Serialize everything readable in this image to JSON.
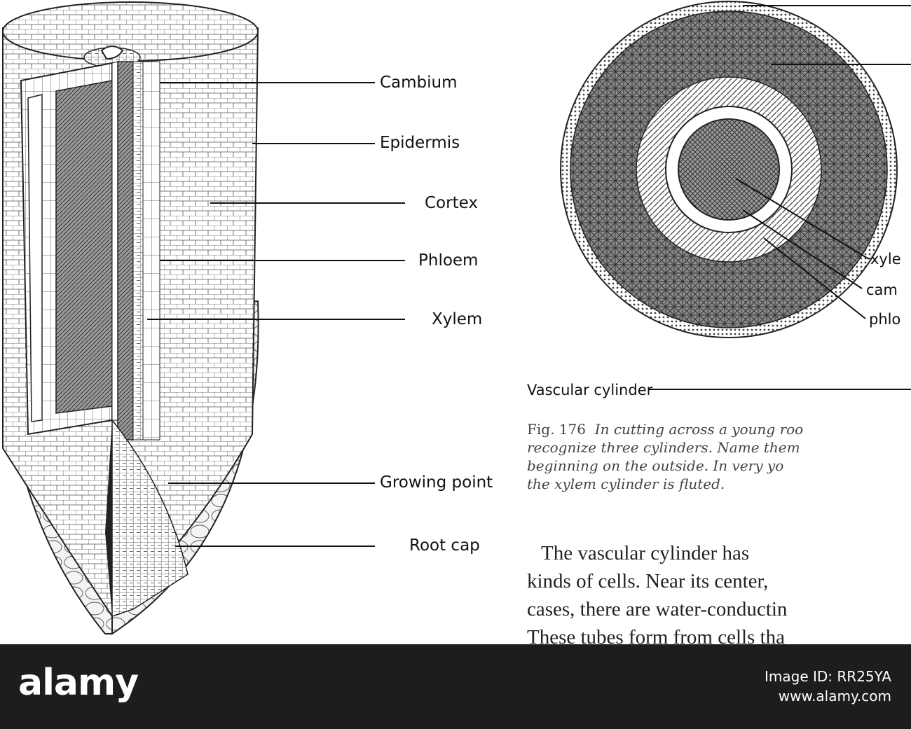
{
  "root_diagram": {
    "labels": {
      "cambium": "Cambium",
      "epidermis": "Epidermis",
      "cortex": "Cortex",
      "phloem": "Phloem",
      "xylem": "Xylem",
      "growing_point": "Growing point",
      "root_cap": "Root cap"
    }
  },
  "cross_section": {
    "labels": {
      "xylem": "xyle",
      "cambium": "cam",
      "phloem": "phlo"
    },
    "vascular_cylinder": "Vascular cylinder"
  },
  "caption": {
    "fig": "Fig. 176",
    "lines": [
      "In cutting across a young roo",
      "recognize three cylinders. Name them",
      "beginning on the outside. In very yo",
      "the xylem cylinder is fluted."
    ]
  },
  "body_text": {
    "lines": [
      "The vascular cylinder has",
      "kinds of cells. Near its center,",
      "cases, there are water-conductin",
      "These tubes form from cells tha"
    ]
  },
  "watermark": {
    "logo": "alamy",
    "image_id_line1": "Image ID: RR25YA",
    "image_id_line2": "www.alamy.com"
  }
}
